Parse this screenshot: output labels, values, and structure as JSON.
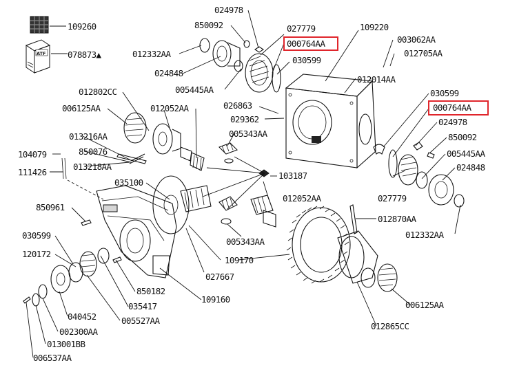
{
  "legend": [
    {
      "icon": "sealant-tube-icon",
      "code": "109260"
    },
    {
      "icon": "oil-bottle-icon",
      "code": "078873▲"
    }
  ],
  "oil_brand": "ATF",
  "parts": {
    "p024978_top": "024978",
    "p850092_top": "850092",
    "p012332AA_l": "012332AA",
    "p024848_l": "024848",
    "p027779_top": "027779",
    "p000764AA_top": "000764AA",
    "p030599_top": "030599",
    "p005445AA_top": "005445AA",
    "p109220": "109220",
    "p003062AA": "003062AA",
    "p012705AA": "012705AA",
    "p012014AA": "012014AA",
    "p012802CC": "012802CC",
    "p006125AA_l": "006125AA",
    "p012052AA_top": "012052AA",
    "p026863": "026863",
    "p029362": "029362",
    "p005343AA_top": "005343AA",
    "p030599_r": "030599",
    "p000764AA_r": "000764AA",
    "p024978_r": "024978",
    "p850092_r": "850092",
    "p005445AA_r": "005445AA",
    "p024848_r": "024848",
    "p013216AA": "013216AA",
    "p850076": "850076",
    "p013218AA": "013218AA",
    "p104079": "104079",
    "p111426": "111426",
    "p035100": "035100",
    "p103187": "103187",
    "p012052AA_mid": "012052AA",
    "p027779_r": "027779",
    "p850961": "850961",
    "p012870AA": "012870AA",
    "p012332AA_r": "012332AA",
    "p005343AA_mid": "005343AA",
    "p030599_l": "030599",
    "p120172": "120172",
    "p109170": "109170",
    "p027667": "027667",
    "p850182": "850182",
    "p035417": "035417",
    "p109160": "109160",
    "p040452": "040452",
    "p005527AA": "005527AA",
    "p002300AA": "002300AA",
    "p006125AA_r": "006125AA",
    "p013001BB": "013001BB",
    "p012865CC": "012865CC",
    "p006537AA": "006537AA"
  },
  "highlight_color": "#e0252b"
}
